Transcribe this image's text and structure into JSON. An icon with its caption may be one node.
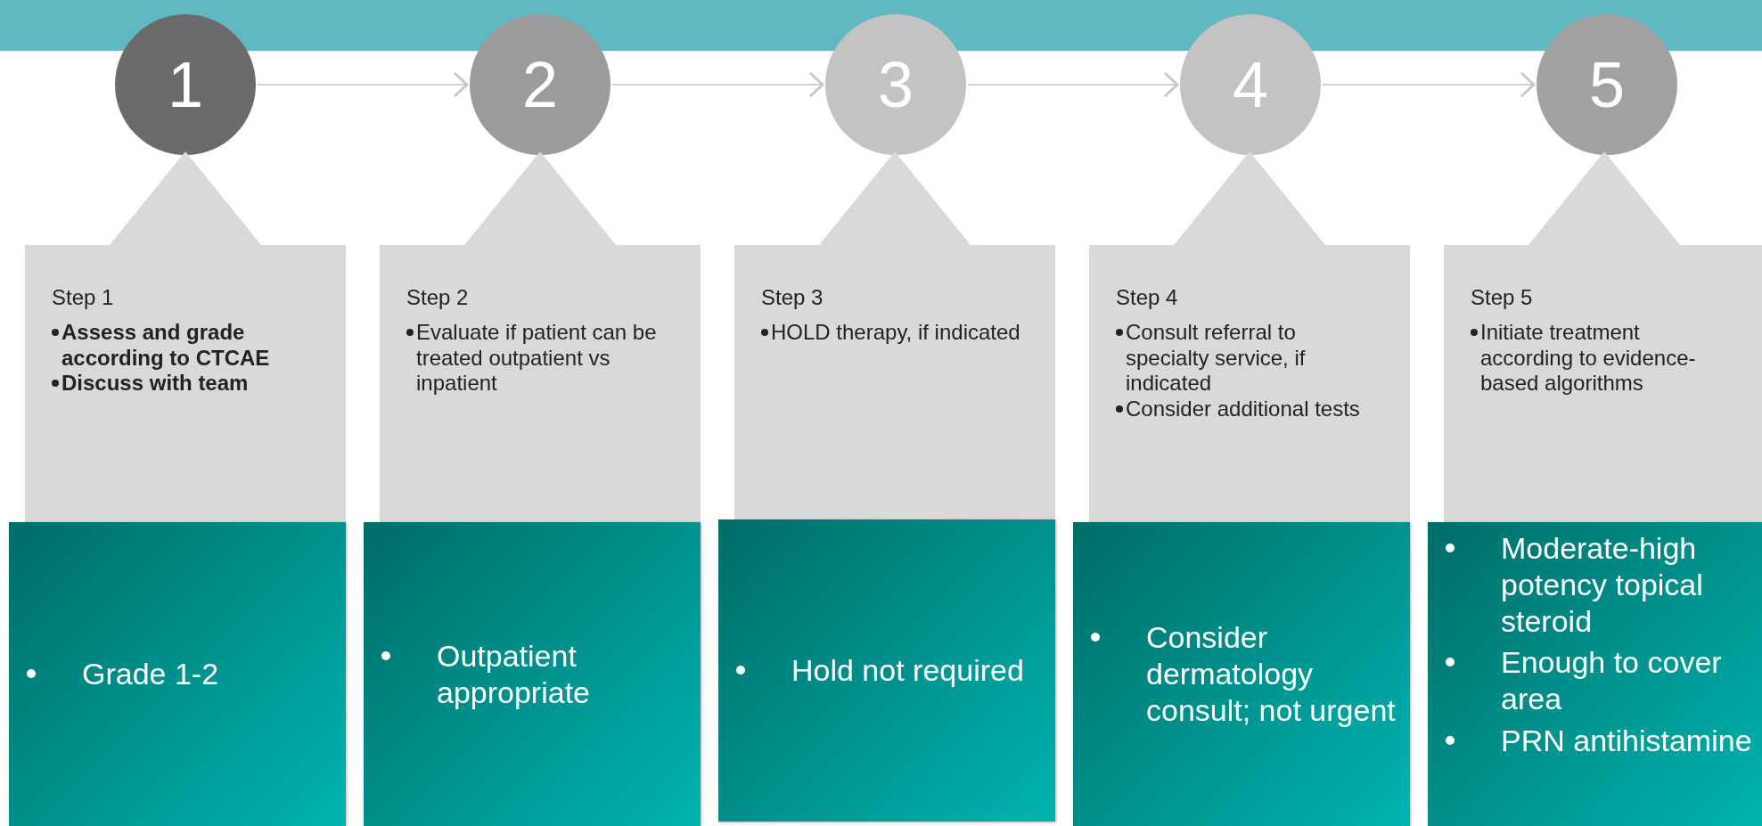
{
  "diagram": {
    "nodes": [
      {
        "text": [
          "1"
        ]
      },
      {
        "text": [
          "2"
        ]
      },
      {
        "text": [
          "3"
        ]
      },
      {
        "text": [
          "4"
        ]
      },
      {
        "text": [
          "5"
        ]
      },
      {
        "text": [
          "Step 1",
          "Assess and grade according to CTCAE",
          "Discuss with team"
        ]
      },
      {
        "text": [
          "Step 2",
          "Evaluate if patient can be treated outpatient vs inpatient"
        ]
      },
      {
        "text": [
          "Step 3",
          "HOLD therapy, if indicated"
        ]
      },
      {
        "text": [
          "Step 4",
          "Consult referral to specialty service, if indicated",
          "Consider additional tests"
        ]
      },
      {
        "text": [
          "Step 5",
          "Initiate treatment according to evidence-based algorithms"
        ]
      },
      {
        "text": [
          "Grade 1-2"
        ]
      },
      {
        "text": [
          "Outpatient appropriate"
        ]
      },
      {
        "text": [
          "Hold not required"
        ]
      },
      {
        "text": [
          "Consider dermatology consult; not urgent"
        ]
      },
      {
        "text": [
          "Moderate-high potency topical steroid",
          "Enough to cover area",
          "PRN antihistamine"
        ]
      }
    ],
    "edges": [
      {
        "from": 0,
        "to": 1,
        "arrow": "to"
      },
      {
        "from": 1,
        "to": 2,
        "arrow": "to"
      },
      {
        "from": 2,
        "to": 3,
        "arrow": "to"
      },
      {
        "from": 3,
        "to": 4,
        "arrow": "to"
      }
    ]
  }
}
